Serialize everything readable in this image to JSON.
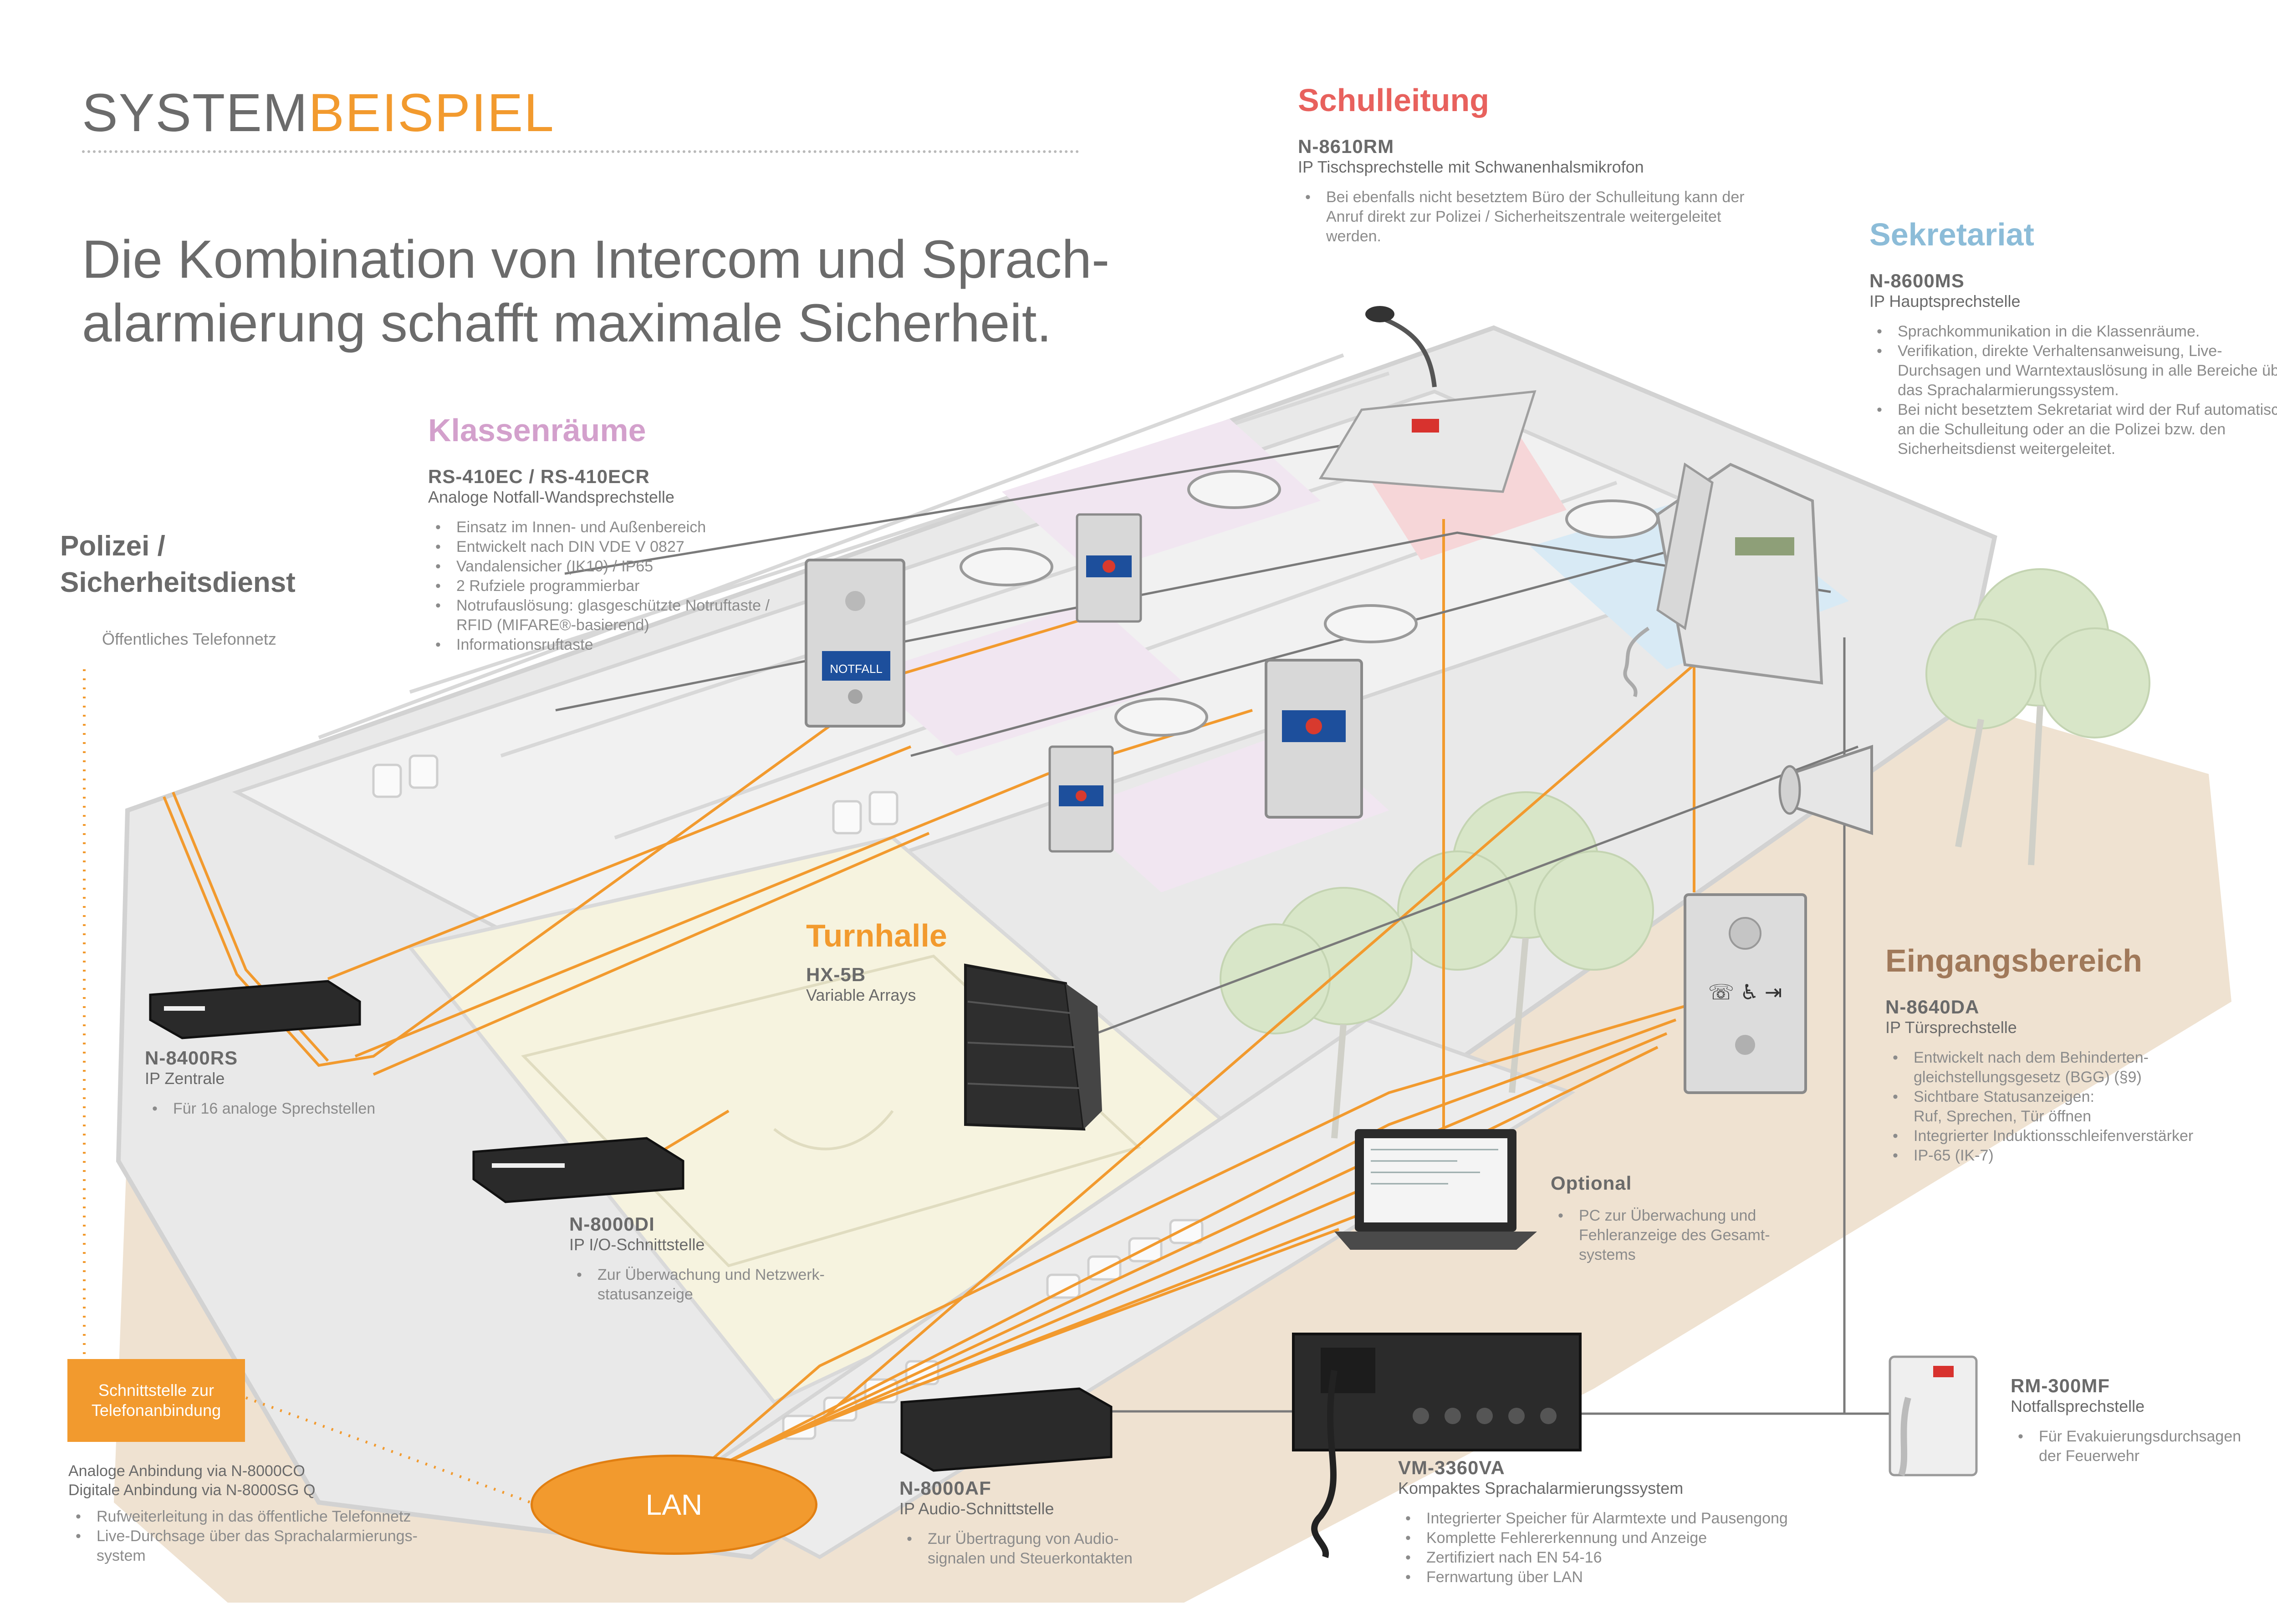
{
  "header": {
    "title_part1": "SYSTEM",
    "title_part2": "BEISPIEL",
    "headline_line1": "Die Kombination von Intercom und Sprach-",
    "headline_line2": "alarmierung schafft maximale Sicherheit."
  },
  "colors": {
    "orange": "#f29a2e",
    "schulleitung": "#e8615d",
    "sekretariat": "#8cbcd8",
    "klassen": "#d3a0cc",
    "eingang": "#a0795a",
    "polizei": "#6a6a6a"
  },
  "polizei": {
    "title": "Polizei /\nSicherheitsdienst",
    "title_line1": "Polizei /",
    "title_line2": "Sicherheitsdienst",
    "note": "Öffentliches Telefonnetz"
  },
  "schnittstelle": {
    "box_line1": "Schnittstelle zur",
    "box_line2": "Telefonanbindung",
    "line1": "Analoge Anbindung via N-8000CO",
    "line2": "Digitale Anbindung via N-8000SG Q",
    "bullets": [
      "Rufweiterleitung in das öffentliche Telefonnetz",
      "Live-Durchsage über das Sprachalarmierungs-\nsystem"
    ]
  },
  "lan": {
    "label": "LAN"
  },
  "klassen": {
    "title": "Klassenräume",
    "model": "RS-410EC / RS-410ECR",
    "subtitle": "Analoge Notfall-Wandsprechstelle",
    "bullets": [
      "Einsatz im Innen- und Außenbereich",
      "Entwickelt nach DIN VDE V 0827",
      "Vandalensicher (IK10) / IP65",
      "2 Rufziele programmierbar",
      "Notrufauslösung: glasgeschützte Notruftaste / RFID (MIFARE®-basierend)",
      "Informationsruftaste"
    ],
    "panel_label": "NOTFALL"
  },
  "schulleitung": {
    "title": "Schulleitung",
    "model": "N-8610RM",
    "subtitle": "IP Tischsprechstelle mit Schwanenhalsmikrofon",
    "bullets": [
      "Bei ebenfalls nicht besetztem Büro der Schulleitung kann der Anruf direkt zur Polizei / Sicherheitszentrale weitergeleitet werden."
    ]
  },
  "sekretariat": {
    "title": "Sekretariat",
    "model": "N-8600MS",
    "subtitle": "IP Hauptsprechstelle",
    "bullets": [
      "Sprachkommunikation in die Klassenräume.",
      "Verifikation, direkte Verhaltensanweisung, Live-Durchsagen und Warntextauslösung in alle Bereiche über das Sprachalarmierungssystem.",
      "Bei nicht besetztem Sekretariat wird der Ruf automatisch an die Schulleitung oder an die Polizei bzw. den Sicherheitsdienst weitergeleitet."
    ]
  },
  "turnhalle": {
    "title": "Turnhalle",
    "model": "HX-5B",
    "subtitle": "Variable Arrays"
  },
  "eingang": {
    "title": "Eingangsbereich",
    "model": "N-8640DA",
    "subtitle": "IP Türsprechstelle",
    "bullets": [
      "Entwickelt nach dem Behinderten-\ngleichstellungsgesetz (BGG) (§9)",
      "Sichtbare Statusanzeigen:\nRuf, Sprechen, Tür öffnen",
      "Integrierter Induktionsschleifenverstärker",
      "IP-65 (IK-7)"
    ]
  },
  "n8400": {
    "model": "N-8400RS",
    "subtitle": "IP Zentrale",
    "bullets": [
      "Für 16 analoge Sprechstellen"
    ]
  },
  "n8000di": {
    "model": "N-8000DI",
    "subtitle": "IP I/O-Schnittstelle",
    "bullets": [
      "Zur Überwachung und Netzwerk-\nstatusanzeige"
    ]
  },
  "optional": {
    "title": "Optional",
    "bullets": [
      "PC zur Überwachung und\nFehleranzeige des Gesamt-\nsystems"
    ]
  },
  "n8000af": {
    "model": "N-8000AF",
    "subtitle": "IP Audio-Schnittstelle",
    "bullets": [
      "Zur Übertragung von Audio-\nsignalen und Steuerkontakten"
    ]
  },
  "vm3360": {
    "model": "VM-3360VA",
    "subtitle": "Kompaktes Sprachalarmierungssystem",
    "bullets": [
      "Integrierter Speicher für Alarmtexte und Pausengong",
      "Komplette Fehlererkennung und Anzeige",
      "Zertifiziert nach EN 54-16",
      "Fernwartung über LAN"
    ]
  },
  "rm300": {
    "model": "RM-300MF",
    "subtitle": "Notfallsprechstelle",
    "bullets": [
      "Für Evakuierungsdurchsagen\nder Feuerwehr"
    ]
  },
  "icons": {
    "intercom": "intercom-panel-icon",
    "ceiling_speaker": "ceiling-speaker-icon",
    "horn": "horn-speaker-icon",
    "tree": "tree-icon",
    "laptop": "laptop-icon",
    "rack": "rack-device-icon"
  }
}
